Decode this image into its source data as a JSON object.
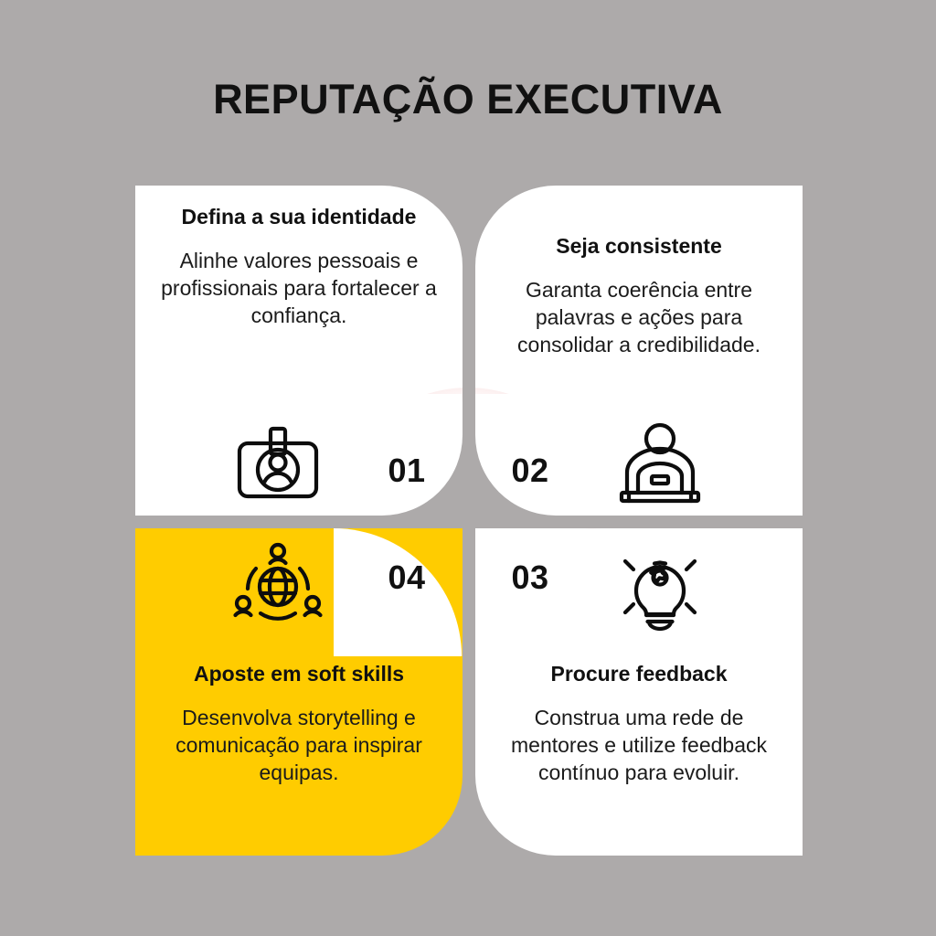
{
  "page": {
    "title": "REPUTAÇÃO EXECUTIVA",
    "background_color": "#adaaaa",
    "accent_color": "#ffcc00",
    "card_color": "#ffffff",
    "text_color": "#111111",
    "glow_color": "#f9dddd"
  },
  "cards": [
    {
      "number": "01",
      "title": "Defina a sua identidade",
      "body": "Alinhe valores pessoais e profissionais para fortalecer a confiança.",
      "icon": "id-badge-icon",
      "highlighted": false
    },
    {
      "number": "02",
      "title": "Seja consistente",
      "body": "Garanta coerência entre palavras e ações para consolidar a credibilidade.",
      "icon": "person-laptop-icon",
      "highlighted": false
    },
    {
      "number": "03",
      "title": "Procure feedback",
      "body": "Construa uma rede de mentores e utilize feedback contínuo para evoluir.",
      "icon": "lightbulb-gear-icon",
      "highlighted": false
    },
    {
      "number": "04",
      "title": "Aposte em soft skills",
      "body": "Desenvolva storytelling e comunicação para inspirar equipas.",
      "icon": "globe-network-icon",
      "highlighted": true
    }
  ]
}
